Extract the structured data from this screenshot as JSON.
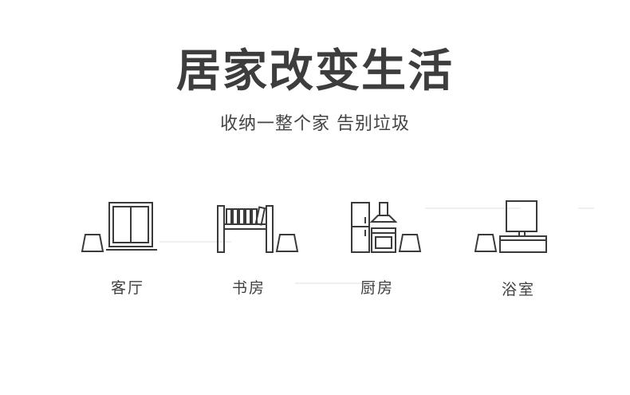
{
  "header": {
    "title": "居家改变生活",
    "subtitle": "收纳一整个家 告别垃圾"
  },
  "rooms": [
    {
      "label": "客厅",
      "icon": "living-room-icon"
    },
    {
      "label": "书房",
      "icon": "study-room-icon"
    },
    {
      "label": "厨房",
      "icon": "kitchen-icon"
    },
    {
      "label": "浴室",
      "icon": "bathroom-icon"
    }
  ],
  "colors": {
    "line": "#3a3a3a",
    "text": "#3d3d3d",
    "shade": "#f0f0f0"
  }
}
